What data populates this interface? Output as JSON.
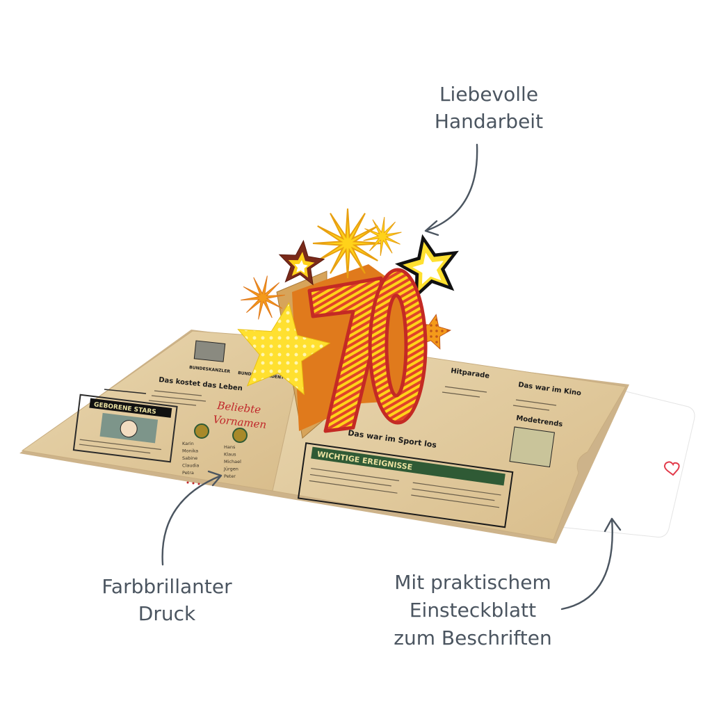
{
  "callouts": {
    "top": [
      "Liebevolle",
      "Handarbeit"
    ],
    "left": [
      "Farbbrillanter",
      "Druck"
    ],
    "right": [
      "Mit praktischem",
      "Einsteckblatt",
      "zum Beschriften"
    ]
  },
  "card": {
    "number": "70",
    "left_page": {
      "chancellor_label": "BUNDESKANZLER",
      "president_label": "BUNDESPRÄSIDENT",
      "cost_heading": "Das kostet das Leben",
      "stars_heading": "GEBORENE STARS",
      "names_heading": [
        "Beliebte",
        "Vornamen"
      ],
      "girls_names": [
        "Karin",
        "Monika",
        "Sabine",
        "Claudia",
        "Petra"
      ],
      "boys_names": [
        "Hans",
        "Klaus",
        "Michael",
        "Jürgen",
        "Peter"
      ]
    },
    "right_page": {
      "hitparade_heading": "Hitparade",
      "kino_heading": "Das war im Kino",
      "sport_heading": "Das war im Sport los",
      "mode_heading": "Modetrends",
      "events_heading": "WICHTIGE EREIGNISSE"
    }
  },
  "colors": {
    "text": "#4b5560",
    "paper": "#e8d3a8",
    "accent_red": "#c0262a",
    "star_yellow": "#ffd21a",
    "green_banner": "#2f5a35"
  }
}
